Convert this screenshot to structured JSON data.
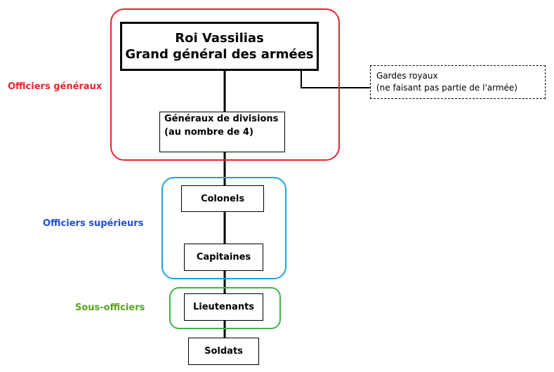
{
  "king": {
    "line1": "Roi Vassilias",
    "line2": "Grand général des armées"
  },
  "guards": {
    "line1": "Gardes royaux",
    "line2": "(ne faisant pas partie de l'armée)"
  },
  "generals": {
    "line1": "Généraux de divisions",
    "line2": "(au nombre de 4)"
  },
  "ranks": {
    "colonels": "Colonels",
    "captains": "Capitaines",
    "lieutenants": "Lieutenants",
    "soldiers": "Soldats"
  },
  "groups": {
    "general_officers": {
      "label": "Officiers généraux",
      "color": "#e8232d"
    },
    "senior_officers": {
      "label": "Officiers supérieurs",
      "color": "#1ea0dc"
    },
    "nco": {
      "label": "Sous-officiers",
      "color": "#3cb44b"
    }
  },
  "label_colors": {
    "general_officers": "#e8232d",
    "senior_officers": "#1f4fd6",
    "nco": "#5aa51e"
  }
}
